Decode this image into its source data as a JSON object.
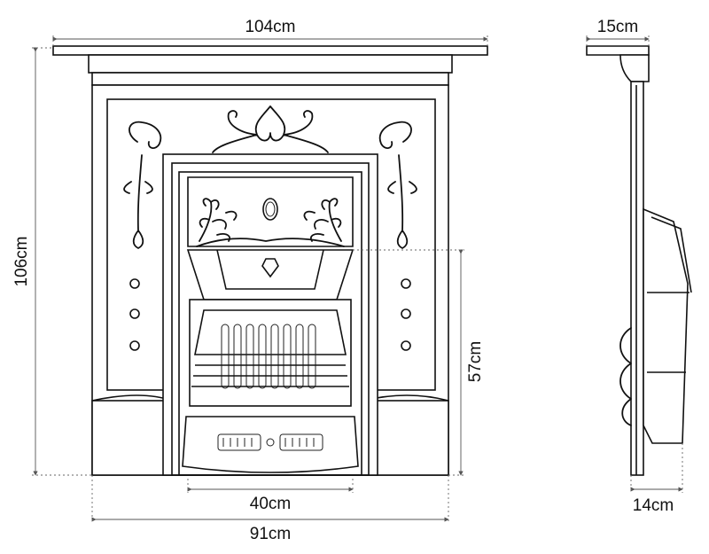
{
  "dimensions": {
    "top_width": "104cm",
    "overall_height": "106cm",
    "bottom_width": "91cm",
    "opening_width": "40cm",
    "opening_height": "57cm",
    "side_top_depth": "15cm",
    "side_bottom_depth": "14cm"
  }
}
